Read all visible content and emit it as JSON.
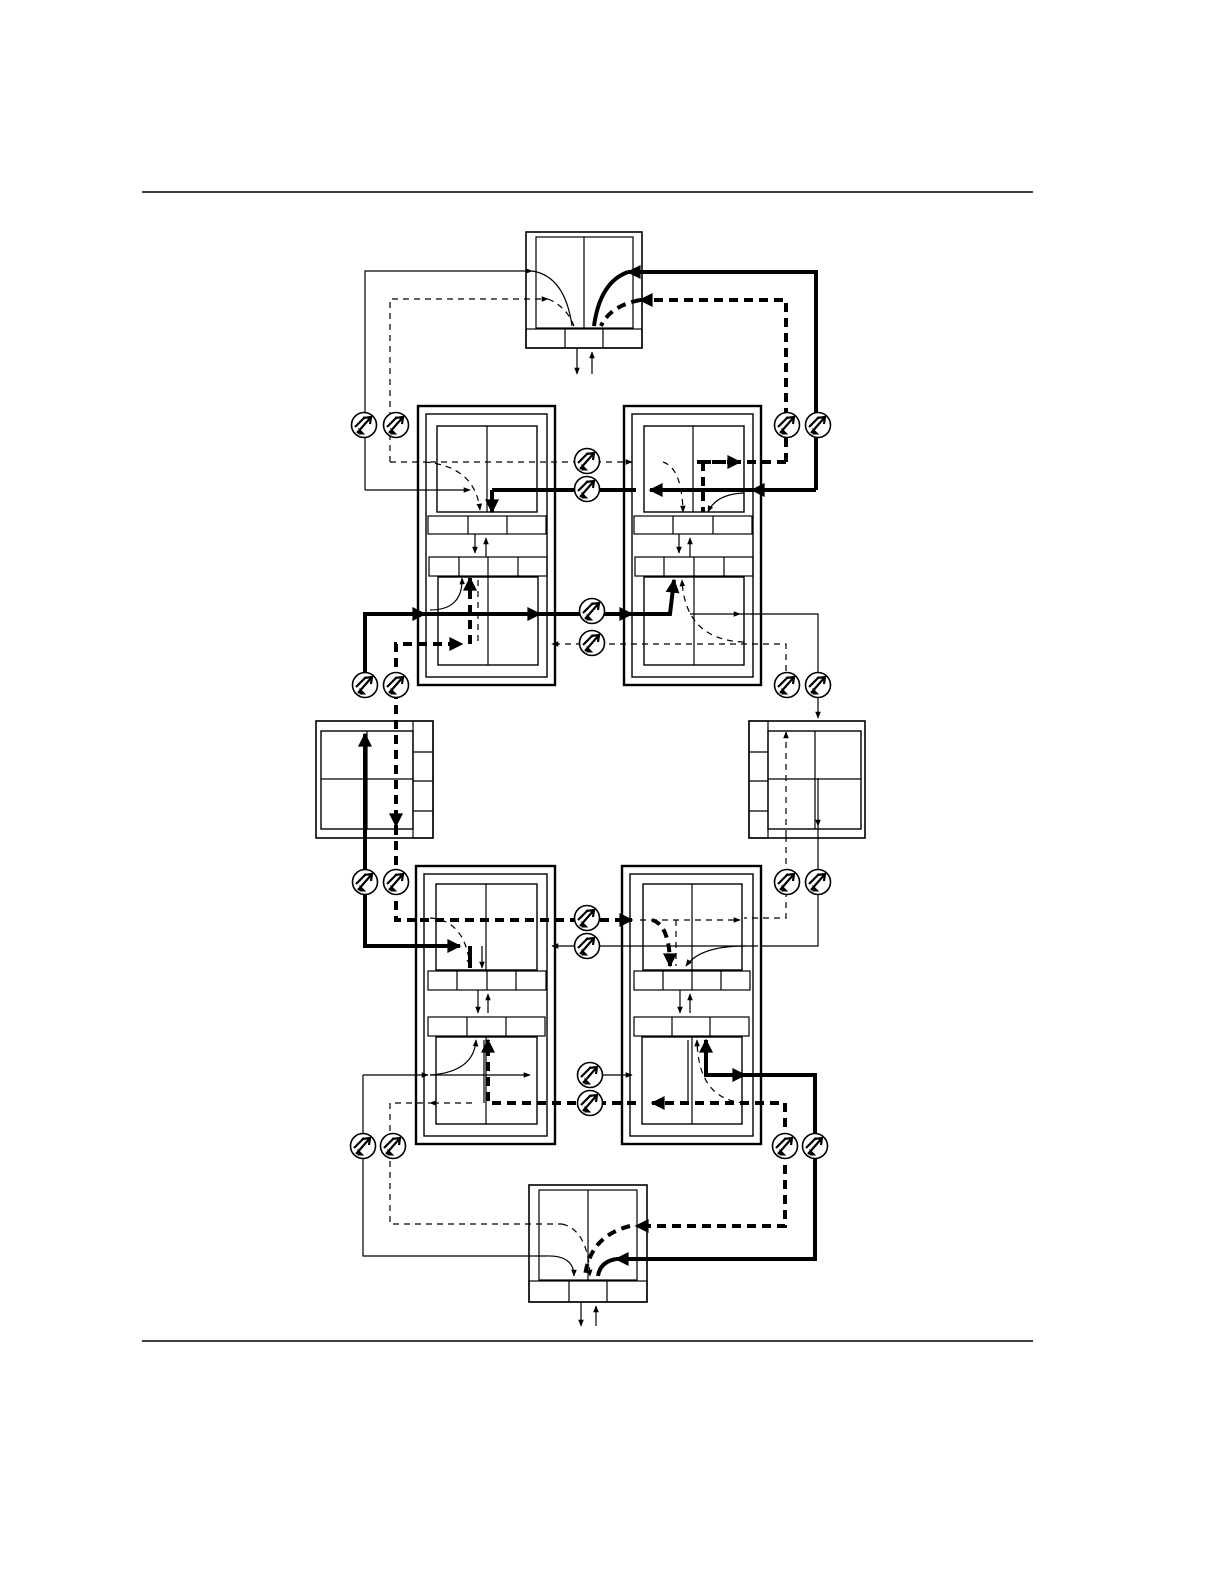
{
  "diagram": {
    "kind": "fiber-ring-network-schematic",
    "legend": [],
    "nodes": [
      {
        "id": "terminal-top",
        "name": "terminal-node-top"
      },
      {
        "id": "nodepair-upper-left",
        "name": "dual-node-upper-left"
      },
      {
        "id": "nodepair-upper-right",
        "name": "dual-node-upper-right"
      },
      {
        "id": "regen-left",
        "name": "regenerator-left"
      },
      {
        "id": "regen-right",
        "name": "regenerator-right"
      },
      {
        "id": "nodepair-lower-left",
        "name": "dual-node-lower-left"
      },
      {
        "id": "nodepair-lower-right",
        "name": "dual-node-lower-right"
      },
      {
        "id": "terminal-bottom",
        "name": "terminal-node-bottom"
      }
    ],
    "line_styles": {
      "working": "thin-solid",
      "protection": "thin-dashed",
      "active-working": "thick-solid",
      "active-protection": "thick-dashed"
    },
    "colors": {
      "ink": "#000000",
      "paper": "#ffffff"
    },
    "icons": [
      "fiber-connector-icon"
    ]
  }
}
